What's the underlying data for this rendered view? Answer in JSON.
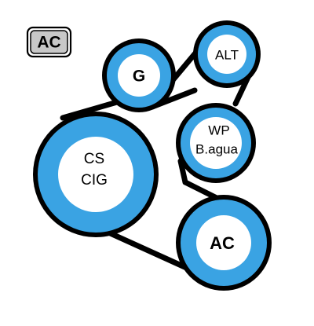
{
  "badge": {
    "label": "AC"
  },
  "pulleys": {
    "g": {
      "label": "G"
    },
    "alt": {
      "label": "ALT"
    },
    "wp": {
      "line1": "WP",
      "line2": "B.agua"
    },
    "cs": {
      "line1": "CS",
      "line2": "CIG"
    },
    "ac": {
      "label": "AC"
    }
  },
  "colors": {
    "pulley_ring": "#3aa3e3",
    "belt": "#000000",
    "hub": "#ffffff",
    "badge_fill": "#c8c8c8",
    "badge_border": "#000000",
    "text": "#000000"
  }
}
